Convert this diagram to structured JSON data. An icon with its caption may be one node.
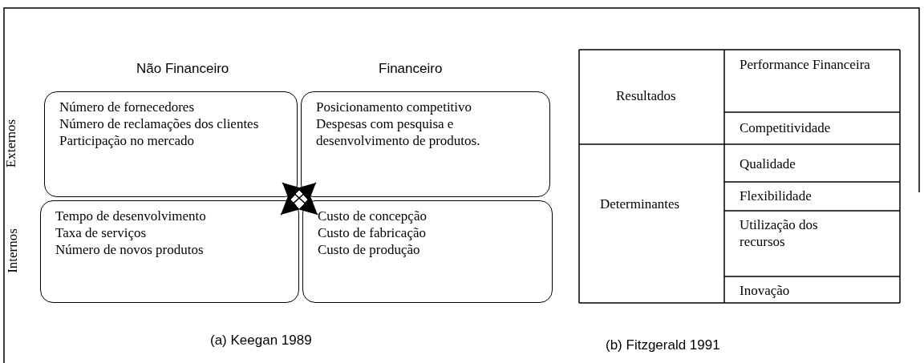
{
  "diagram": {
    "nodes": [
      {
        "text": [
          "Número de fornecedores",
          "Número de reclamações dos clientes",
          "Participação no mercado"
        ]
      },
      {
        "text": [
          "Posicionamento competitivo",
          "Despesas com pesquisa e desenvolvimento de produtos."
        ]
      },
      {
        "text": [
          "Tempo de desenvolvimento",
          "Taxa de serviços",
          "Número de novos produtos"
        ]
      },
      {
        "text": [
          "Custo de concepção",
          "Custo de fabricação",
          "Custo de produção"
        ]
      }
    ],
    "edges": [
      {
        "from": 0,
        "to": 3,
        "arrow": "both"
      },
      {
        "from": 1,
        "to": 2,
        "arrow": "both"
      }
    ],
    "labels": [
      "Não Financeiro",
      "Financeiro",
      "Externos",
      "Internos",
      "Resultados",
      "Performance Financeira",
      "Competitividade",
      "Determinantes",
      "Qualidade",
      "Flexibilidade",
      "Utilização dos recursos",
      "Inovação",
      "(a) Keegan 1989",
      "(b) Fitzgerald 1991"
    ]
  }
}
